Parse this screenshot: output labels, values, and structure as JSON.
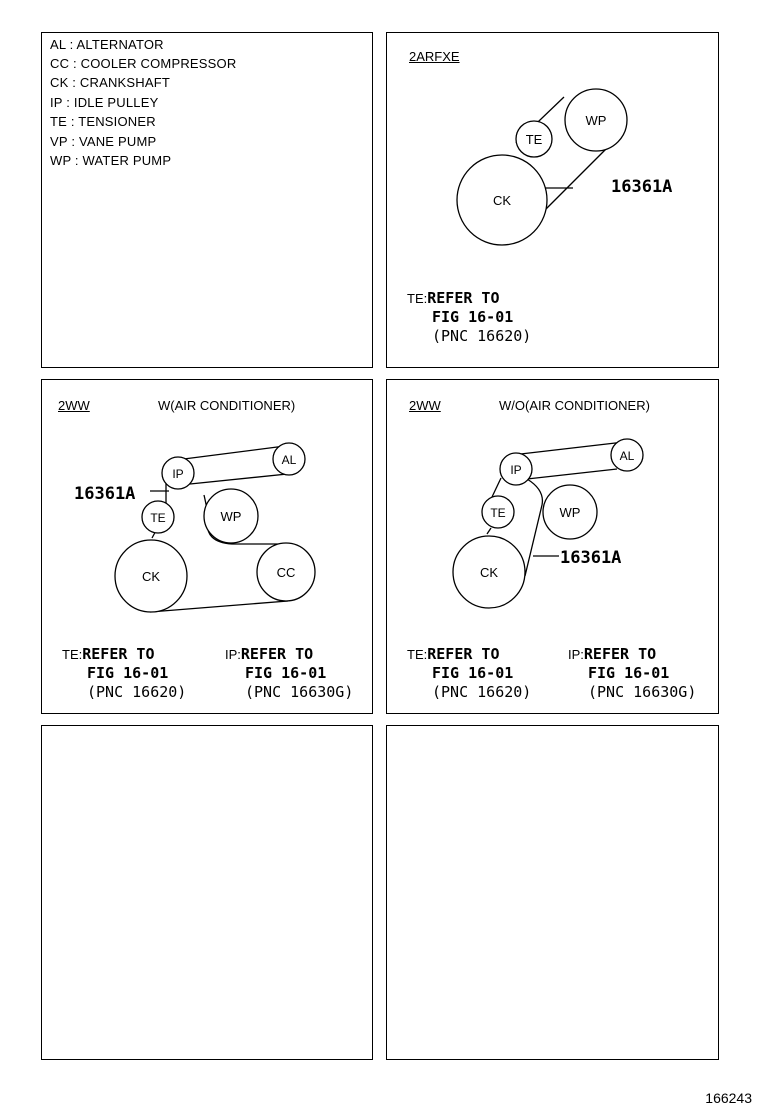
{
  "legend": [
    "AL : ALTERNATOR",
    "CC : COOLER COMPRESSOR",
    "CK : CRANKSHAFT",
    "IP : IDLE PULLEY",
    "TE : TENSIONER",
    "VP : VANE PUMP",
    "WP : WATER PUMP"
  ],
  "panels": {
    "p1": {
      "variant": "2ARFXE",
      "part_number": "16361A",
      "pulleys": {
        "ck": "CK",
        "te": "TE",
        "wp": "WP"
      },
      "refs": [
        {
          "prefix": "TE:",
          "line1": "REFER TO",
          "line2": "FIG 16-01",
          "line3": "(PNC 16620)"
        }
      ]
    },
    "p2": {
      "variant": "2WW",
      "condition": "W(AIR CONDITIONER)",
      "part_number": "16361A",
      "pulleys": {
        "ip": "IP",
        "al": "AL",
        "te": "TE",
        "wp": "WP",
        "ck": "CK",
        "cc": "CC"
      },
      "refs": [
        {
          "prefix": "TE:",
          "line1": "REFER TO",
          "line2": "FIG 16-01",
          "line3": "(PNC 16620)"
        },
        {
          "prefix": "IP:",
          "line1": "REFER TO",
          "line2": "FIG 16-01",
          "line3": "(PNC 16630G)"
        }
      ]
    },
    "p3": {
      "variant": "2WW",
      "condition": "W/O(AIR CONDITIONER)",
      "part_number": "16361A",
      "pulleys": {
        "ip": "IP",
        "al": "AL",
        "te": "TE",
        "wp": "WP",
        "ck": "CK"
      },
      "refs": [
        {
          "prefix": "TE:",
          "line1": "REFER TO",
          "line2": "FIG 16-01",
          "line3": "(PNC 16620)"
        },
        {
          "prefix": "IP:",
          "line1": "REFER TO",
          "line2": "FIG 16-01",
          "line3": "(PNC 16630G)"
        }
      ]
    }
  },
  "diagram_id": "166243"
}
